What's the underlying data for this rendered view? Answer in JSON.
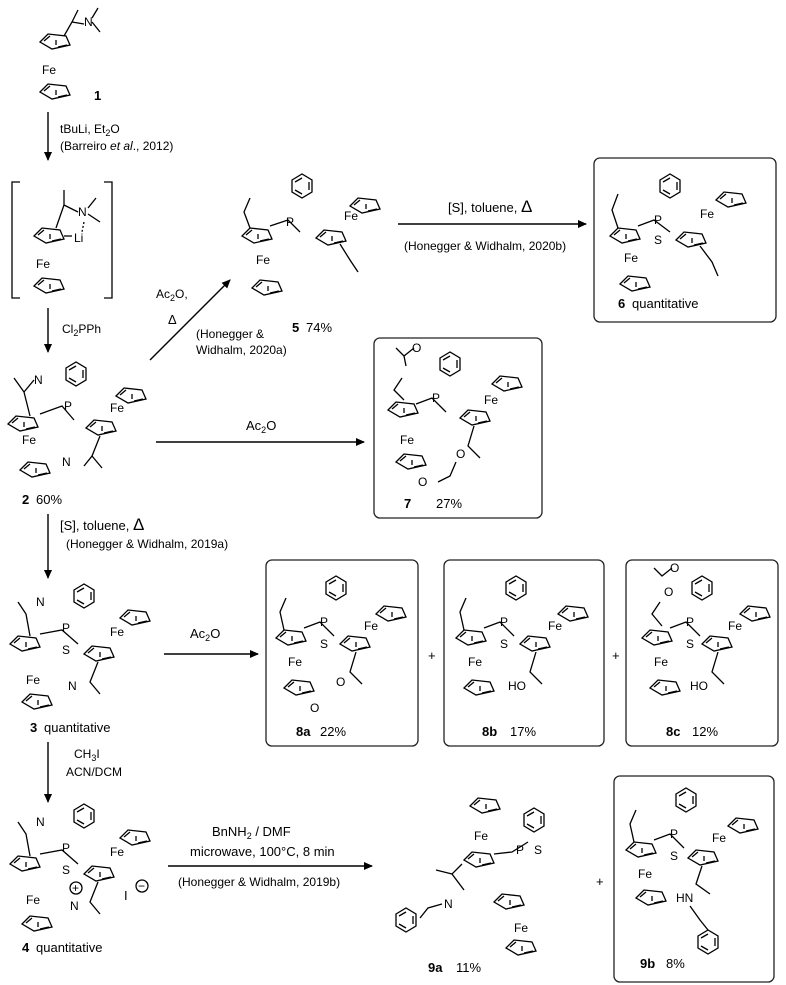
{
  "compounds": {
    "c1": {
      "label": "1"
    },
    "c2": {
      "label": "2",
      "yield": "60%"
    },
    "c3": {
      "label": "3",
      "yield": "quantitative"
    },
    "c4": {
      "label": "4",
      "yield": "quantitative"
    },
    "c5": {
      "label": "5",
      "yield": "74%"
    },
    "c6": {
      "label": "6",
      "yield": "quantitative"
    },
    "c7": {
      "label": "7",
      "yield": "27%"
    },
    "c8a": {
      "label": "8a",
      "yield": "22%"
    },
    "c8b": {
      "label": "8b",
      "yield": "17%"
    },
    "c8c": {
      "label": "8c",
      "yield": "12%"
    },
    "c9a": {
      "label": "9a",
      "yield": "11%"
    },
    "c9b": {
      "label": "9b",
      "yield": "8%"
    }
  },
  "steps": {
    "s1": {
      "reagent": "tBuLi, Et",
      "reagent_sub": "2",
      "reagent_tail": "O",
      "ref_pre": "(Barreiro ",
      "ref_em": "et al",
      "ref_post": "., 2012)"
    },
    "s2": {
      "reagent": "Cl",
      "reagent_sub": "2",
      "reagent_tail": "PPh"
    },
    "s3": {
      "reagent": "Ac",
      "reagent_sub": "2",
      "reagent_tail": "O,",
      "delta": "Δ",
      "ref_line1": "(Honegger &",
      "ref_line2": "Widhalm, 2020a)"
    },
    "s4": {
      "reagent": "[S], toluene, ",
      "delta": "Δ",
      "ref": "(Honegger & Widhalm, 2020b)"
    },
    "s5": {
      "reagent": "Ac",
      "reagent_sub": "2",
      "reagent_tail": "O"
    },
    "s6": {
      "reagent": "[S], toluene, ",
      "delta": "Δ",
      "ref": "(Honegger & Widhalm, 2019a)"
    },
    "s7": {
      "reagent": "Ac",
      "reagent_sub": "2",
      "reagent_tail": "O"
    },
    "s8": {
      "reagent": "CH",
      "reagent_sub": "3",
      "reagent_tail": "I",
      "reagent2": "ACN/DCM"
    },
    "s9": {
      "reagent_pre": "BnNH",
      "reagent_sub": "2",
      "reagent_tail": " / DMF",
      "reagent2": "microwave, 100°C, 8 min",
      "ref": "(Honegger & Widhalm, 2019b)"
    }
  },
  "atoms": {
    "fe": "Fe",
    "n": "N",
    "p": "P",
    "s": "S",
    "li": "Li",
    "o": "O",
    "ho": "HO",
    "hn": "HN",
    "plus_charge": "+",
    "iodide": "I",
    "minus_charge": "−"
  },
  "plus_signs": [
    "+",
    "+",
    "+"
  ]
}
